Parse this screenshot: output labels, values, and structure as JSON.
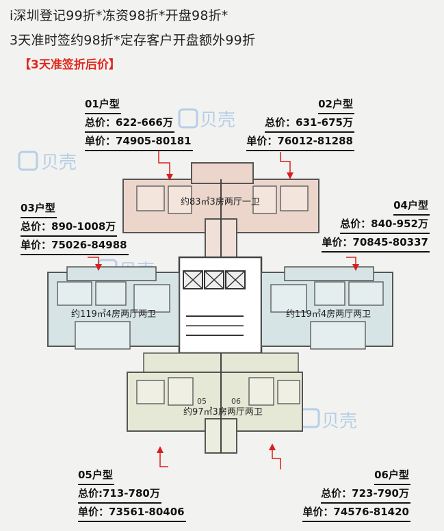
{
  "header": {
    "line1": "i深圳登记99折*冻资98折*开盘98折*",
    "line2": "3天准时签约98折*定存客户开盘额外99折",
    "tag_open": "【",
    "tag_text": "3天准签折后价",
    "tag_close": "】"
  },
  "units": [
    {
      "id": "u01",
      "title": "01户型",
      "total_label": "总价：",
      "total": "622-666万",
      "unit_label": "单价：",
      "unit": "74905-80181"
    },
    {
      "id": "u02",
      "title": "02户型",
      "total_label": "总价：",
      "total": "631-675万",
      "unit_label": "单价：",
      "unit": "76012-81288"
    },
    {
      "id": "u03",
      "title": "03户型",
      "total_label": "总价：",
      "total": "890-1008万",
      "unit_label": "单价：",
      "unit": "75026-84988"
    },
    {
      "id": "u04",
      "title": "04户型",
      "total_label": "总价：",
      "total": "840-952万",
      "unit_label": "单价：",
      "unit": "70845-80337"
    },
    {
      "id": "u05",
      "title": "05户型",
      "total_label": "总价:",
      "total": "713-780万",
      "unit_label": "单价：",
      "unit": "73561-80406"
    },
    {
      "id": "u06",
      "title": "06户型",
      "total_label": "总价：",
      "total": "723-790万",
      "unit_label": "单价：",
      "unit": "74576-81420"
    }
  ],
  "plan_labels": {
    "top": "约83㎡3房两厅一卫",
    "left": "约119㎡4房两厅两卫",
    "right": "约119㎡4房两厅两卫",
    "bottom": "约97㎡3房两厅两卫",
    "num05": "05",
    "num06": "06"
  },
  "watermark": {
    "logo_text": "贝壳"
  },
  "colors": {
    "accent_red": "#e0281e",
    "watermark_blue": "#4a90d9"
  }
}
